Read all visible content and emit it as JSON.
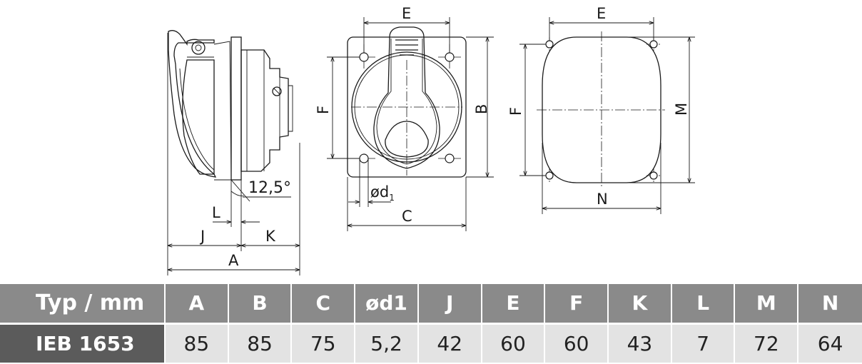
{
  "drawing": {
    "side_view": {
      "angle_label": "12,5°",
      "dim_labels": {
        "L": "L",
        "J": "J",
        "K": "K",
        "A": "A"
      }
    },
    "front_view": {
      "dim_labels": {
        "E": "E",
        "F": "F",
        "B": "B",
        "C": "C",
        "d1": "ød",
        "d1_sub": "1"
      }
    },
    "back_view": {
      "dim_labels": {
        "E": "E",
        "F": "F",
        "M": "M",
        "N": "N"
      }
    }
  },
  "table": {
    "header": [
      "Typ / mm",
      "A",
      "B",
      "C",
      "ød1",
      "J",
      "E",
      "F",
      "K",
      "L",
      "M",
      "N"
    ],
    "rows": [
      [
        "IEB 1653",
        "85",
        "85",
        "75",
        "5,2",
        "42",
        "60",
        "60",
        "43",
        "7",
        "72",
        "64"
      ]
    ]
  }
}
